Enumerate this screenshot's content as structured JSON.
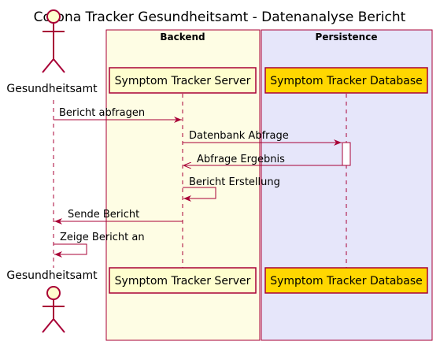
{
  "title": "Corona Tracker Gesundheitsamt - Datenanalyse Bericht",
  "boxes": {
    "backend": "Backend",
    "persistence": "Persistence"
  },
  "participants": {
    "actor": "Gesundheitsamt",
    "server": "Symptom Tracker Server",
    "database": "Symptom Tracker Database"
  },
  "messages": [
    "Bericht abfragen",
    "Datenbank Abfrage",
    "Abfrage Ergebnis",
    "Bericht Erstellung",
    "Sende Bericht",
    "Zeige Bericht an"
  ],
  "colors": {
    "backend_fill": "#FEFDE4",
    "persistence_fill": "#E6E6FA",
    "server_fill": "#FEFECE",
    "database_fill": "#FFD700",
    "arrow": "#A80036",
    "actor_fill": "#FEFECE"
  }
}
